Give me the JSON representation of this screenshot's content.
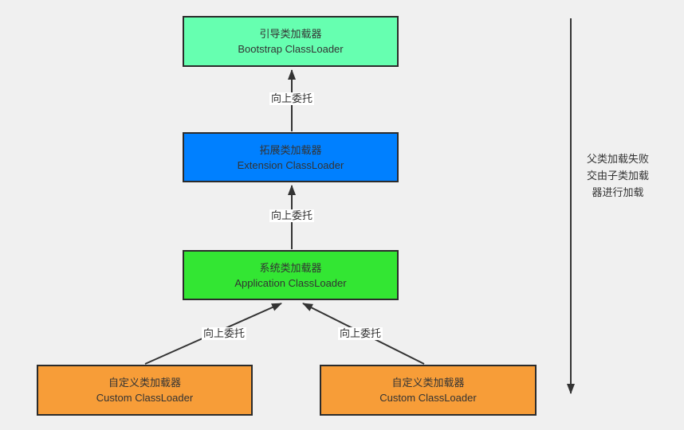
{
  "boxes": [
    {
      "id": "bootstrap",
      "title_zh": "引导类加载器",
      "title_en": "Bootstrap ClassLoader",
      "color": "#66FFB0"
    },
    {
      "id": "extension",
      "title_zh": "拓展类加载器",
      "title_en": "Extension ClassLoader",
      "color": "#0080FF"
    },
    {
      "id": "application",
      "title_zh": "系统类加载器",
      "title_en": "Application ClassLoader",
      "color": "#33E633"
    },
    {
      "id": "custom_left",
      "title_zh": "自定义类加载器",
      "title_en": "Custom ClassLoader",
      "color": "#F79D38"
    },
    {
      "id": "custom_right",
      "title_zh": "自定义类加载器",
      "title_en": "Custom ClassLoader",
      "color": "#F79D38"
    }
  ],
  "labels": {
    "delegate_up": "向上委托"
  },
  "side_note": {
    "line1": "父类加载失败",
    "line2": "交由子类加载",
    "line3": "器进行加载"
  },
  "colors": {
    "background": "#F0F0F0",
    "node_border": "#2B2B2B",
    "arrow": "#333333",
    "text": "#333333",
    "label_background": "#FFFFFF"
  }
}
